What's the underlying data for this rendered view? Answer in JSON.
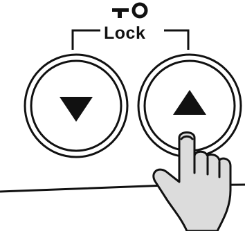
{
  "lock": {
    "label": "Lock",
    "icon": "key-icon"
  },
  "buttons": [
    {
      "name": "down-button",
      "icon": "triangle-down-icon"
    },
    {
      "name": "up-button",
      "icon": "triangle-up-icon"
    }
  ],
  "pressing_hand_icon": "pointing-hand-icon",
  "colors": {
    "ink": "#111111",
    "background": "#ffffff",
    "hand_fill": "#dcdcdc"
  }
}
